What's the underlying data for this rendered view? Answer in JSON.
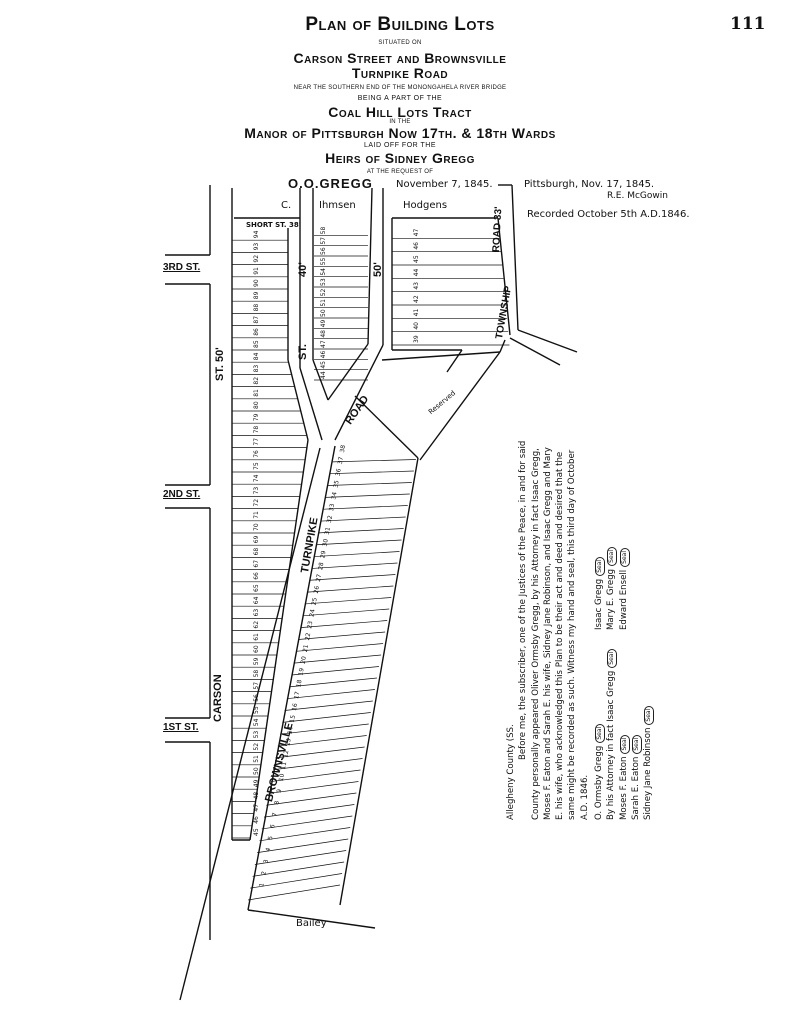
{
  "page_number": "111",
  "title": {
    "line1": "Plan of Building Lots",
    "line2": "Situated on",
    "line3": "Carson Street and Brownsville",
    "line4": "Turnpike Road",
    "line5": "Near the Southern end of the Monongahela River Bridge",
    "line6": "Being a part of the",
    "line7": "Coal Hill Lots Tract",
    "line8": "in the",
    "line9": "Manor of Pittsburgh Now 17th. & 18th Wards",
    "line10": "Laid off for the",
    "line11": "Heirs of Sidney Gregg",
    "line12": "at the Request of"
  },
  "requester": "O.O.GREGG",
  "date_laid": "November 7, 1845.",
  "surveyor_note": "Pittsburgh, Nov. 17, 1845.",
  "surveyor": "R.E. McGowin",
  "recorded": "Recorded October 5th A.D.1846.",
  "streets": {
    "carson": "CARSON",
    "carson_width": "ST. 50'",
    "brownsville": "BROWNSVILLE",
    "turnpike": "TURNPIKE",
    "road": "ROAD",
    "township_road": "TOWNSHIP",
    "road_33": "ROAD 33'",
    "st_40": "ST.",
    "st_40_width": "40'",
    "width_50": "50'",
    "third": "3RD ST.",
    "second": "2ND ST.",
    "first": "1ST ST.",
    "short_st": "SHORT ST. 38'",
    "c": "C.",
    "ihmsen": "Ihmsen",
    "hodgens": "Hodgens",
    "bailey": "Bailey",
    "reserved": "Reserved"
  },
  "lot_numbers": {
    "carson_block": [
      "45",
      "46",
      "47",
      "48",
      "49",
      "50",
      "51",
      "52",
      "53",
      "54",
      "55",
      "56",
      "57",
      "58",
      "59",
      "60",
      "61",
      "62",
      "63",
      "64",
      "65",
      "66",
      "67",
      "68",
      "69",
      "70",
      "71",
      "72",
      "73",
      "74",
      "75",
      "76",
      "77",
      "78",
      "79",
      "80",
      "81",
      "82",
      "83",
      "84",
      "85",
      "86",
      "87",
      "88",
      "89",
      "90",
      "91",
      "92",
      "93",
      "94"
    ],
    "middle_block": [
      "44",
      "45",
      "46",
      "47",
      "48",
      "49",
      "50",
      "51",
      "52",
      "53",
      "54",
      "55",
      "56",
      "57",
      "58"
    ],
    "east_block": [
      "39",
      "40",
      "41",
      "42",
      "43",
      "44",
      "45",
      "46",
      "47"
    ],
    "turnpike_block": [
      "1",
      "2",
      "3",
      "4",
      "5",
      "6",
      "7",
      "8",
      "9",
      "10",
      "11",
      "12",
      "13",
      "14",
      "15",
      "16",
      "17",
      "18",
      "19",
      "20",
      "21",
      "22",
      "23",
      "24",
      "25",
      "26",
      "27",
      "28",
      "29",
      "30",
      "31",
      "32",
      "33",
      "34",
      "35",
      "36",
      "37",
      "38"
    ]
  },
  "acknowledgement": {
    "county": "Allegheny County (SS.",
    "body": "Before me, the subscriber, one of the Justices of the Peace, in and for said County personally appeared Oliver Ormsby Gregg, by his Attorney in fact Isaac Gregg, Moses F. Eaton and Sarah E. his wife, Sidney Jane Robinson, and Isaac Gregg and Mary E. his wife, who acknowledged this Plan to be their act and deed and desired that the same might be recorded as such. Witness my hand and seal, this third day of October A.D. 1846.",
    "signatures_left": [
      "O. Ormsby Gregg",
      "By his Attorney in fact Isaac Gregg",
      "Moses F. Eaton",
      "Sarah E. Eaton",
      "Sidney Jane Robinson"
    ],
    "signatures_right": [
      "Isaac Gregg",
      "Mary E. Gregg",
      "Edward Ensell"
    ],
    "seal": "Seal"
  }
}
